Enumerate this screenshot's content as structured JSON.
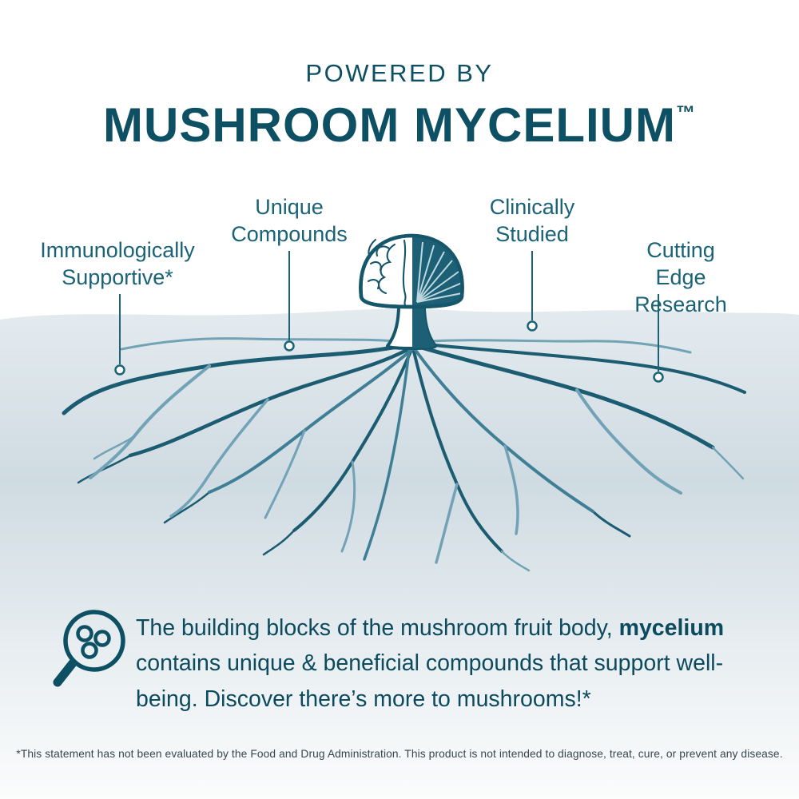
{
  "colors": {
    "primary_teal": "#0d4f63",
    "callout_teal": "#1a6377",
    "root_dark": "#1b5c71",
    "root_mid": "#3f7f96",
    "root_light": "#72a2b6",
    "wave_top": "#e4ebef",
    "wave_mid": "#cfdbe2",
    "wave_bottom": "#fbfcfc"
  },
  "header": {
    "eyebrow": "POWERED BY",
    "title": "MUSHROOM MYCELIUM",
    "trademark": "™"
  },
  "callouts": [
    {
      "label": "Immunologically\nSupportive*"
    },
    {
      "label": "Unique\nCompounds"
    },
    {
      "label": "Clinically\nStudied"
    },
    {
      "label": "Cutting Edge\nResearch"
    }
  ],
  "illustration": {
    "subject": "mushroom fruit body with mycelium root network",
    "icon": "magnifier-spores-icon"
  },
  "body": {
    "text_before": "The building blocks of the mushroom fruit body, ",
    "text_bold": "mycelium",
    "text_after": "\ncontains unique & beneficial compounds that support well-\nbeing. Discover there’s more to mushrooms!*"
  },
  "disclaimer": "*This statement has not been evaluated by the Food and Drug Administration. This product is not intended to diagnose, treat, cure, or prevent any disease."
}
